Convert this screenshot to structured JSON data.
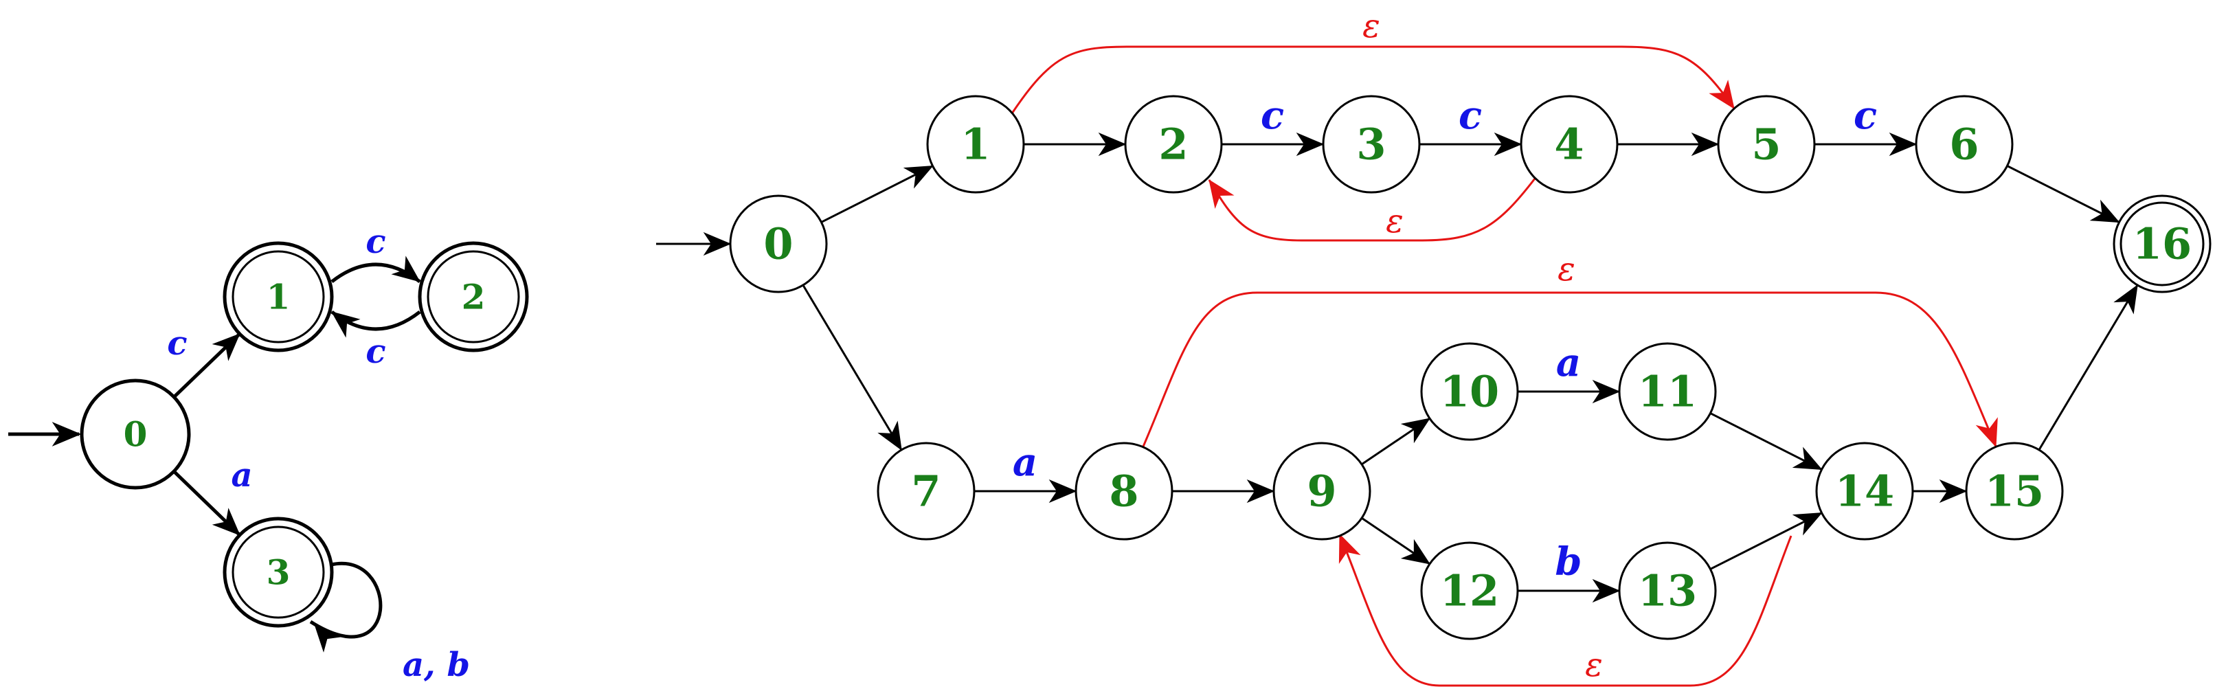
{
  "colors": {
    "state_label": "#1a7f1a",
    "symbol_label": "#1414e6",
    "epsilon": "#e61414",
    "stroke": "#000000"
  },
  "dfa": {
    "states": [
      {
        "id": "0",
        "label": "0",
        "accepting": false,
        "initial": true
      },
      {
        "id": "1",
        "label": "1",
        "accepting": true,
        "initial": false
      },
      {
        "id": "2",
        "label": "2",
        "accepting": true,
        "initial": false
      },
      {
        "id": "3",
        "label": "3",
        "accepting": true,
        "initial": false
      }
    ],
    "transitions": [
      {
        "from": "0",
        "to": "1",
        "label": "c"
      },
      {
        "from": "0",
        "to": "3",
        "label": "a"
      },
      {
        "from": "1",
        "to": "2",
        "label": "c"
      },
      {
        "from": "2",
        "to": "1",
        "label": "c"
      },
      {
        "from": "3",
        "to": "3",
        "label": "a, b"
      }
    ]
  },
  "nfa": {
    "states": [
      {
        "id": "0",
        "label": "0",
        "accepting": false,
        "initial": true
      },
      {
        "id": "1",
        "label": "1",
        "accepting": false,
        "initial": false
      },
      {
        "id": "2",
        "label": "2",
        "accepting": false,
        "initial": false
      },
      {
        "id": "3",
        "label": "3",
        "accepting": false,
        "initial": false
      },
      {
        "id": "4",
        "label": "4",
        "accepting": false,
        "initial": false
      },
      {
        "id": "5",
        "label": "5",
        "accepting": false,
        "initial": false
      },
      {
        "id": "6",
        "label": "6",
        "accepting": false,
        "initial": false
      },
      {
        "id": "7",
        "label": "7",
        "accepting": false,
        "initial": false
      },
      {
        "id": "8",
        "label": "8",
        "accepting": false,
        "initial": false
      },
      {
        "id": "9",
        "label": "9",
        "accepting": false,
        "initial": false
      },
      {
        "id": "10",
        "label": "10",
        "accepting": false,
        "initial": false
      },
      {
        "id": "11",
        "label": "11",
        "accepting": false,
        "initial": false
      },
      {
        "id": "12",
        "label": "12",
        "accepting": false,
        "initial": false
      },
      {
        "id": "13",
        "label": "13",
        "accepting": false,
        "initial": false
      },
      {
        "id": "14",
        "label": "14",
        "accepting": false,
        "initial": false
      },
      {
        "id": "15",
        "label": "15",
        "accepting": false,
        "initial": false
      },
      {
        "id": "16",
        "label": "16",
        "accepting": true,
        "initial": false
      }
    ],
    "transitions": [
      {
        "from": "0",
        "to": "1",
        "label": ""
      },
      {
        "from": "0",
        "to": "7",
        "label": ""
      },
      {
        "from": "1",
        "to": "2",
        "label": ""
      },
      {
        "from": "2",
        "to": "3",
        "label": "c"
      },
      {
        "from": "3",
        "to": "4",
        "label": "c"
      },
      {
        "from": "4",
        "to": "5",
        "label": ""
      },
      {
        "from": "5",
        "to": "6",
        "label": "c"
      },
      {
        "from": "6",
        "to": "16",
        "label": ""
      },
      {
        "from": "7",
        "to": "8",
        "label": "a"
      },
      {
        "from": "8",
        "to": "9",
        "label": ""
      },
      {
        "from": "9",
        "to": "10",
        "label": ""
      },
      {
        "from": "9",
        "to": "12",
        "label": ""
      },
      {
        "from": "10",
        "to": "11",
        "label": "a"
      },
      {
        "from": "12",
        "to": "13",
        "label": "b"
      },
      {
        "from": "11",
        "to": "14",
        "label": ""
      },
      {
        "from": "13",
        "to": "14",
        "label": ""
      },
      {
        "from": "14",
        "to": "15",
        "label": ""
      },
      {
        "from": "15",
        "to": "16",
        "label": ""
      },
      {
        "from": "1",
        "to": "5",
        "label": "ε",
        "epsilon": true
      },
      {
        "from": "4",
        "to": "2",
        "label": "ε",
        "epsilon": true
      },
      {
        "from": "8",
        "to": "15",
        "label": "ε",
        "epsilon": true
      },
      {
        "from": "14",
        "to": "9",
        "label": "ε",
        "epsilon": true
      }
    ]
  }
}
